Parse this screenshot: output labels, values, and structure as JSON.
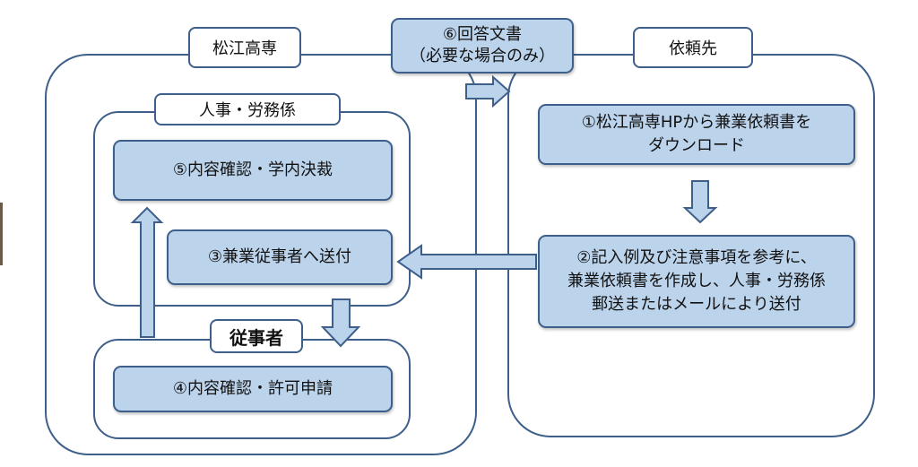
{
  "labels": {
    "matsue": "松江高専",
    "answer_line1": "⑥回答文書",
    "answer_line2": "（必要な場合のみ）",
    "requester": "依頼先",
    "personnel": "人事・労務係",
    "worker": "従事者"
  },
  "steps": {
    "step1_line1": "①松江高専HPから兼業依頼書を",
    "step1_line2": "ダウンロード",
    "step2_line1": "②記入例及び注意事項を参考に、",
    "step2_line2": "兼業依頼書を作成し、人事・労務係",
    "step2_line3": "郵送またはメールにより送付",
    "step3": "③兼業従事者へ送付",
    "step4": "④内容確認・許可申請",
    "step5": "⑤内容確認・学内決裁"
  },
  "colors": {
    "box_fill": "#bcd3ec",
    "border": "#3e5f8a",
    "arrow_fill": "#bcd3ec"
  }
}
